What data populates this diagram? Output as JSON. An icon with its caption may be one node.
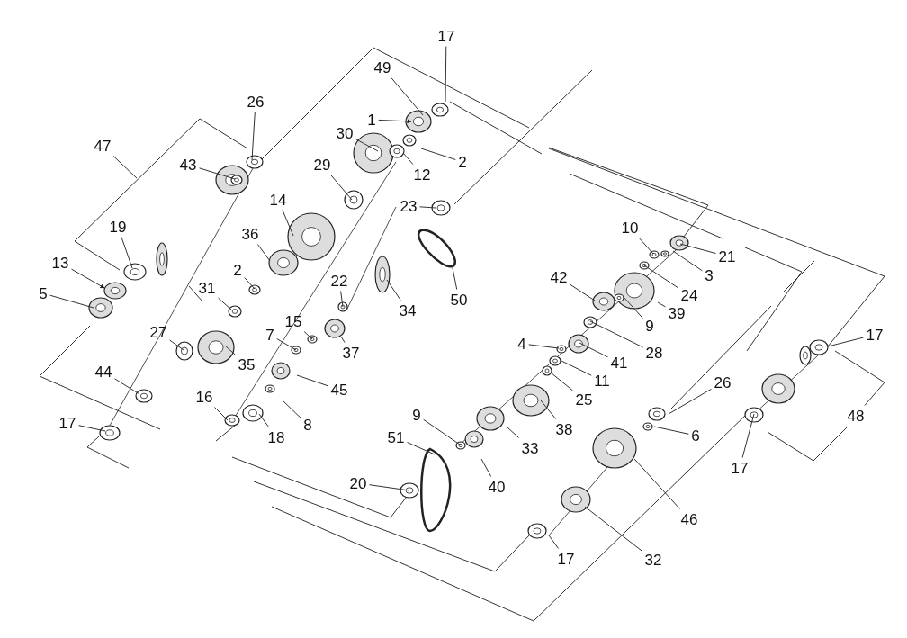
{
  "diagram": {
    "nodes": [
      {
        "text": [
          "49"
        ]
      },
      {
        "text": [
          "17"
        ]
      },
      {
        "text": [
          "26"
        ]
      },
      {
        "text": [
          "1"
        ]
      },
      {
        "text": [
          "30"
        ]
      },
      {
        "text": [
          "2"
        ]
      },
      {
        "text": [
          "12"
        ]
      },
      {
        "text": [
          "43"
        ]
      },
      {
        "text": [
          "29"
        ]
      },
      {
        "text": [
          "47"
        ]
      },
      {
        "text": [
          "23"
        ]
      },
      {
        "text": [
          "14"
        ]
      },
      {
        "text": [
          "19"
        ]
      },
      {
        "text": [
          "36"
        ]
      },
      {
        "text": [
          "13"
        ]
      },
      {
        "text": [
          "5"
        ]
      },
      {
        "text": [
          "2"
        ]
      },
      {
        "text": [
          "31"
        ]
      },
      {
        "text": [
          "22"
        ]
      },
      {
        "text": [
          "34"
        ]
      },
      {
        "text": [
          "50"
        ]
      },
      {
        "text": [
          "15"
        ]
      },
      {
        "text": [
          "27"
        ]
      },
      {
        "text": [
          "35"
        ]
      },
      {
        "text": [
          "7"
        ]
      },
      {
        "text": [
          "37"
        ]
      },
      {
        "text": [
          "45"
        ]
      },
      {
        "text": [
          "44"
        ]
      },
      {
        "text": [
          "16"
        ]
      },
      {
        "text": [
          "18"
        ]
      },
      {
        "text": [
          "8"
        ]
      },
      {
        "text": [
          "17"
        ]
      },
      {
        "text": [
          "9"
        ]
      },
      {
        "text": [
          "51"
        ]
      },
      {
        "text": [
          "20"
        ]
      },
      {
        "text": [
          "10"
        ]
      },
      {
        "text": [
          "21"
        ]
      },
      {
        "text": [
          "3"
        ]
      },
      {
        "text": [
          "24"
        ]
      },
      {
        "text": [
          "42"
        ]
      },
      {
        "text": [
          "39"
        ]
      },
      {
        "text": [
          "9"
        ]
      },
      {
        "text": [
          "4"
        ]
      },
      {
        "text": [
          "41"
        ]
      },
      {
        "text": [
          "28"
        ]
      },
      {
        "text": [
          "11"
        ]
      },
      {
        "text": [
          "25"
        ]
      },
      {
        "text": [
          "38"
        ]
      },
      {
        "text": [
          "33"
        ]
      },
      {
        "text": [
          "40"
        ]
      },
      {
        "text": [
          "26"
        ]
      },
      {
        "text": [
          "6"
        ]
      },
      {
        "text": [
          "17"
        ]
      },
      {
        "text": [
          "48"
        ]
      },
      {
        "text": [
          "17"
        ]
      },
      {
        "text": [
          "46"
        ]
      },
      {
        "text": [
          "17"
        ]
      },
      {
        "text": [
          "32"
        ]
      }
    ],
    "edges": [
      {
        "from": 0,
        "to": null,
        "arrow": "none"
      },
      {
        "from": 1,
        "to": null,
        "arrow": "none"
      },
      {
        "from": 2,
        "to": null,
        "arrow": "none"
      },
      {
        "from": 3,
        "to": null,
        "arrow": "to"
      },
      {
        "from": 4,
        "to": null,
        "arrow": "none"
      },
      {
        "from": 5,
        "to": null,
        "arrow": "none"
      },
      {
        "from": 6,
        "to": null,
        "arrow": "none"
      },
      {
        "from": 7,
        "to": null,
        "arrow": "none"
      },
      {
        "from": 8,
        "to": null,
        "arrow": "none"
      },
      {
        "from": 9,
        "to": null,
        "arrow": "none"
      },
      {
        "from": 10,
        "to": null,
        "arrow": "none"
      },
      {
        "from": 11,
        "to": null,
        "arrow": "none"
      },
      {
        "from": 12,
        "to": null,
        "arrow": "none"
      },
      {
        "from": 13,
        "to": null,
        "arrow": "none"
      },
      {
        "from": 14,
        "to": null,
        "arrow": "to"
      },
      {
        "from": 15,
        "to": null,
        "arrow": "none"
      },
      {
        "from": 16,
        "to": null,
        "arrow": "none"
      },
      {
        "from": 17,
        "to": null,
        "arrow": "none"
      },
      {
        "from": 18,
        "to": null,
        "arrow": "none"
      },
      {
        "from": 19,
        "to": null,
        "arrow": "none"
      },
      {
        "from": 20,
        "to": null,
        "arrow": "none"
      },
      {
        "from": 21,
        "to": null,
        "arrow": "none"
      },
      {
        "from": 22,
        "to": null,
        "arrow": "none"
      },
      {
        "from": 23,
        "to": null,
        "arrow": "none"
      },
      {
        "from": 24,
        "to": null,
        "arrow": "none"
      },
      {
        "from": 25,
        "to": null,
        "arrow": "none"
      },
      {
        "from": 26,
        "to": null,
        "arrow": "none"
      },
      {
        "from": 27,
        "to": null,
        "arrow": "none"
      },
      {
        "from": 28,
        "to": null,
        "arrow": "none"
      },
      {
        "from": 29,
        "to": null,
        "arrow": "none"
      },
      {
        "from": 30,
        "to": null,
        "arrow": "none"
      },
      {
        "from": 31,
        "to": null,
        "arrow": "none"
      },
      {
        "from": 32,
        "to": null,
        "arrow": "none"
      },
      {
        "from": 33,
        "to": null,
        "arrow": "none"
      },
      {
        "from": 34,
        "to": null,
        "arrow": "none"
      },
      {
        "from": 35,
        "to": null,
        "arrow": "none"
      },
      {
        "from": 36,
        "to": null,
        "arrow": "none"
      },
      {
        "from": 37,
        "to": null,
        "arrow": "none"
      },
      {
        "from": 38,
        "to": null,
        "arrow": "none"
      },
      {
        "from": 39,
        "to": null,
        "arrow": "none"
      },
      {
        "from": 40,
        "to": null,
        "arrow": "none"
      },
      {
        "from": 41,
        "to": null,
        "arrow": "none"
      },
      {
        "from": 42,
        "to": null,
        "arrow": "none"
      },
      {
        "from": 43,
        "to": null,
        "arrow": "none"
      },
      {
        "from": 44,
        "to": null,
        "arrow": "none"
      },
      {
        "from": 45,
        "to": null,
        "arrow": "none"
      },
      {
        "from": 46,
        "to": null,
        "arrow": "none"
      },
      {
        "from": 47,
        "to": null,
        "arrow": "none"
      },
      {
        "from": 48,
        "to": null,
        "arrow": "none"
      },
      {
        "from": 49,
        "to": null,
        "arrow": "none"
      },
      {
        "from": 50,
        "to": null,
        "arrow": "none"
      },
      {
        "from": 51,
        "to": null,
        "arrow": "none"
      },
      {
        "from": 52,
        "to": null,
        "arrow": "none"
      },
      {
        "from": 53,
        "to": null,
        "arrow": "none"
      },
      {
        "from": 54,
        "to": null,
        "arrow": "none"
      },
      {
        "from": 55,
        "to": null,
        "arrow": "none"
      },
      {
        "from": 56,
        "to": null,
        "arrow": "none"
      },
      {
        "from": 57,
        "to": null,
        "arrow": "none"
      }
    ]
  }
}
